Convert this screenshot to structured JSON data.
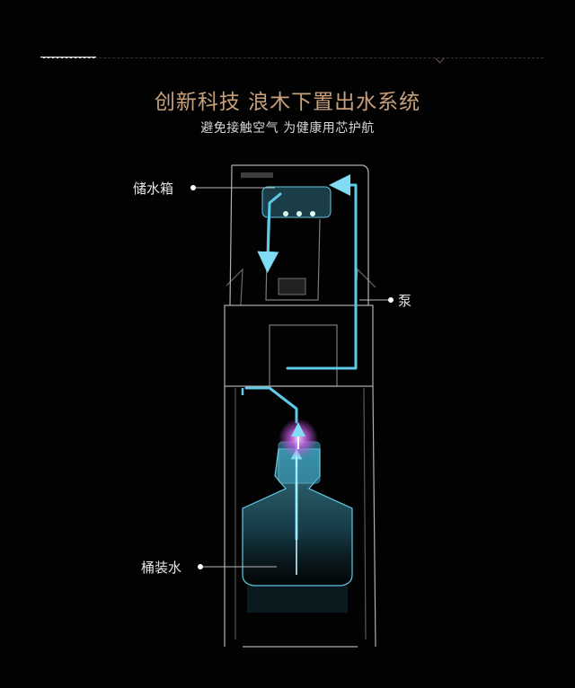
{
  "header": {
    "title": "创新科技 浪木下置出水系统",
    "subtitle": "避免接触空气 为健康用芯护航"
  },
  "callouts": {
    "tank": "储水箱",
    "pump": "泵",
    "bottle": "桶装水"
  },
  "colors": {
    "background": "#020202",
    "title": "#c8a07a",
    "flow": "#5fc9e6",
    "glow": "#c05ae0"
  }
}
